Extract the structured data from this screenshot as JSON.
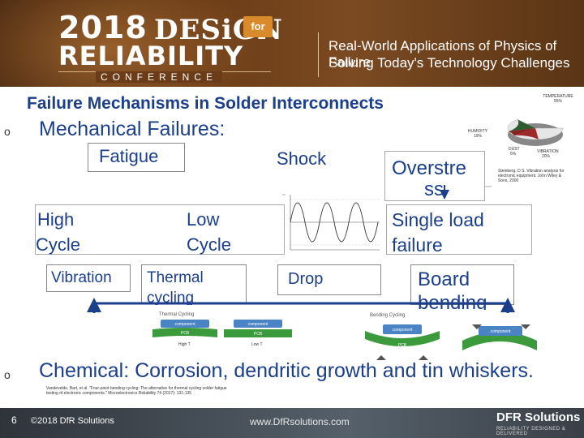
{
  "header": {
    "year": "2018",
    "design": "DESiGN",
    "for": "for",
    "reliability": "RELIABILITY",
    "conference": "CONFERENCE",
    "tagline_line1": "Real-World Applications of Physics of Failure",
    "tagline_line2": "Solving Today's Technology Challenges"
  },
  "slide": {
    "title": "Failure Mechanisms in Solder Interconnects",
    "bullet_symbol": "o",
    "mechanical_heading": "Mechanical Failures:",
    "chemical_heading": "Chemical: Corrosion, dendritic growth and tin whiskers.",
    "boxes": {
      "fatigue": "Fatigue",
      "shock": "Shock",
      "overstress_1": "Overstre",
      "overstress_2": "ss",
      "high_cycle_1": "High",
      "high_cycle_2": "Cycle",
      "low_cycle_1": "Low",
      "low_cycle_2": "Cycle",
      "single_load_1": "Single load",
      "single_load_2": "failure",
      "vibration": "Vibration",
      "thermal_1": "Thermal",
      "thermal_2": "cycling",
      "drop": "Drop",
      "board_1": "Board",
      "board_2": "bending"
    },
    "pie": {
      "labels": [
        "TEMPERATURE 55%",
        "HUMIDITY 19%",
        "DUST 6%",
        "VIBRATION 20%"
      ],
      "temperature_label": "TEMPERATURE",
      "temperature_value": "55%",
      "humidity_label": "HUMIDITY",
      "humidity_value": "19%",
      "dust_label": "DUST",
      "dust_value": "6%",
      "vibration_label": "VIBRATION",
      "vibration_value": "20%",
      "colors": {
        "temperature": "#e6e6e6",
        "humidity": "#2e5c2e",
        "dust": "#8a1f1f",
        "vibration": "#9c2a2a"
      }
    },
    "diagrams": {
      "thermal_title": "Thermal Cycling",
      "bending_title": "Bending Cycling",
      "component": "component",
      "pcb": "PCB",
      "high_t": "High T",
      "low_t": "Low T"
    },
    "citation_left": "Vandevelde, Bart, et al. \"Four-point bending cycling: The alternative for thermal cycling solder fatigue testing of electronic components.\" Microelectronics Reliability 74 (2017): 131-135",
    "citation_right": "Steinberg, D S. Vibration analysis for electronic equipment. John Wiley & Sons, 2000"
  },
  "footer": {
    "slide_number": "6",
    "copyright": "©2018 DfR Solutions",
    "url": "www.DfRsolutions.com",
    "brand": "DFR Solutions",
    "brand_sub": "RELIABILITY DESIGNED & DELIVERED"
  }
}
